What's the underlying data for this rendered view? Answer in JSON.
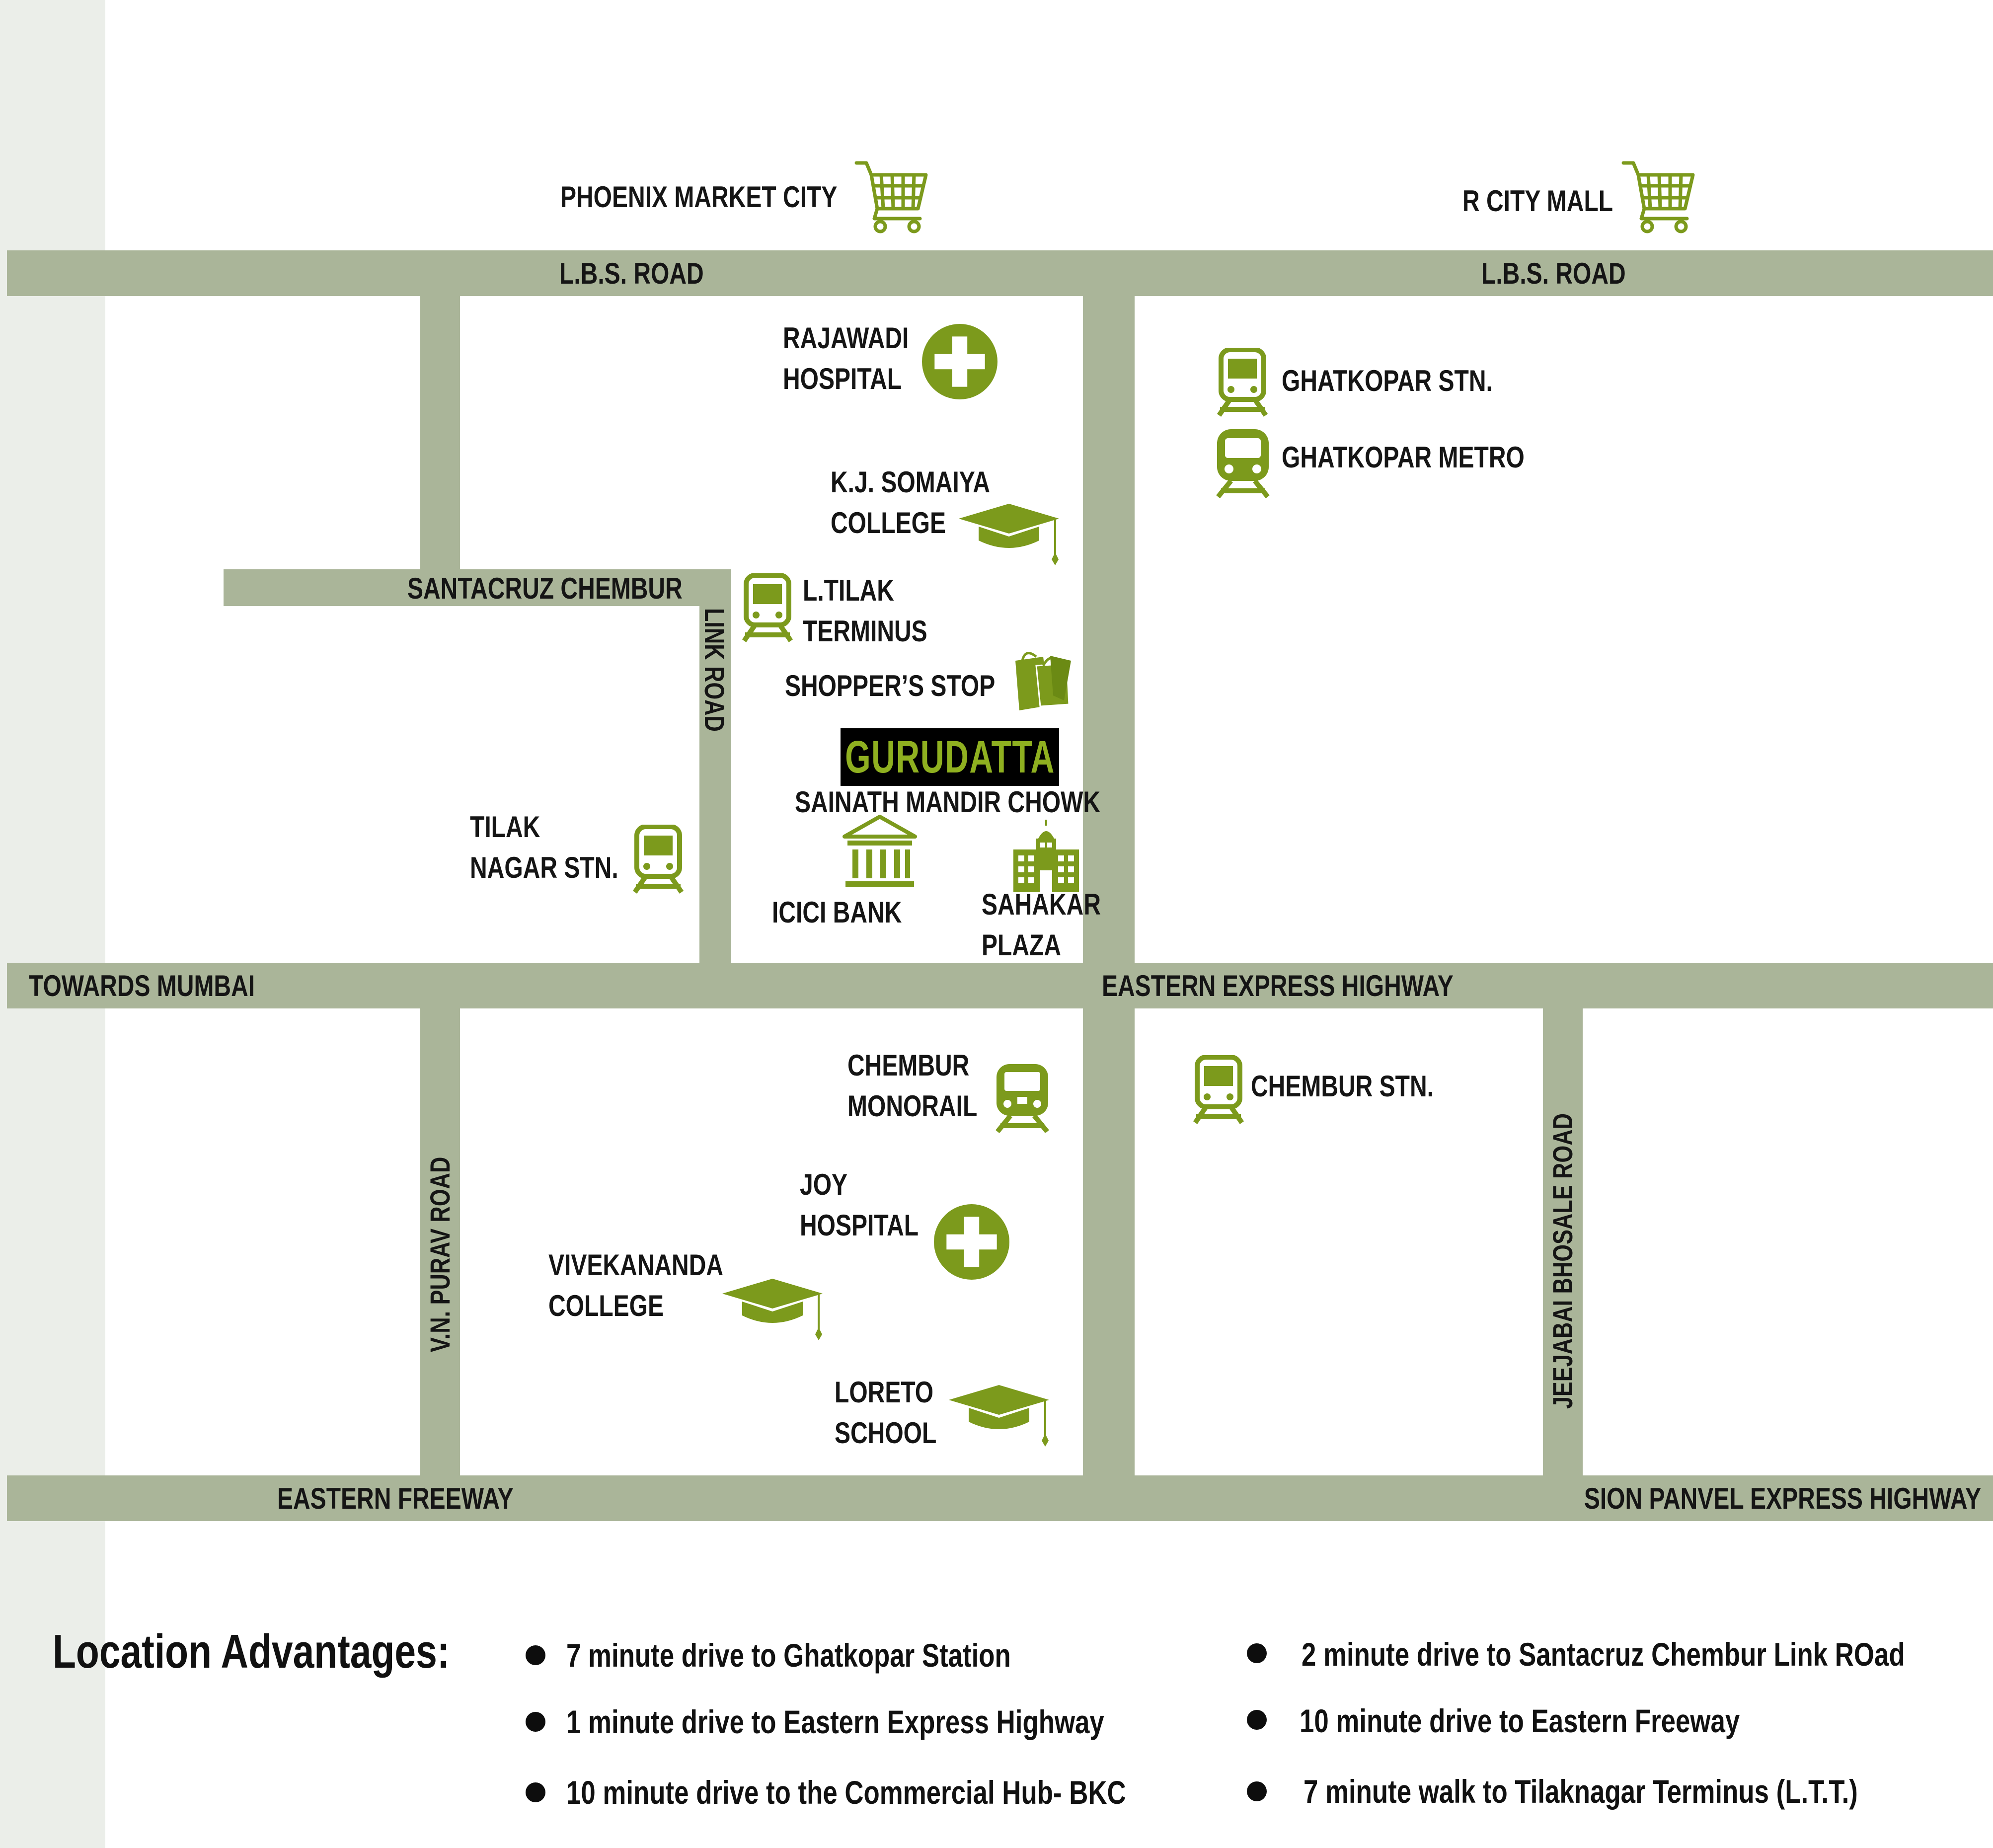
{
  "colors": {
    "road": "#aab599",
    "icon_green": "#7c9a1c",
    "brand_text": "#8fb020",
    "brand_bg": "#000000",
    "label": "#151515"
  },
  "roads": {
    "lbs_left": "L.B.S. ROAD",
    "lbs_right": "L.B.S. ROAD",
    "santacruz_chembur": "SANTACRUZ CHEMBUR",
    "link_road": "LINK ROAD",
    "towards_mumbai": "TOWARDS MUMBAI",
    "eastern_express": "EASTERN EXPRESS HIGHWAY",
    "vn_purav": "V.N. PURAV ROAD",
    "jeejabai_bhosale": "JEEJABAI BHOSALE ROAD",
    "eastern_freeway": "EASTERN FREEWAY",
    "sion_panvel": "SION PANVEL EXPRESS HIGHWAY"
  },
  "places": {
    "phoenix": {
      "name": "PHOENIX MARKET CITY",
      "icon": "shopping-cart"
    },
    "rcity": {
      "name": "R CITY MALL",
      "icon": "shopping-cart"
    },
    "rajawadi": {
      "line1": "RAJAWADI",
      "line2": "HOSPITAL",
      "icon": "hospital-cross"
    },
    "kj_somaiya": {
      "line1": "K.J. SOMAIYA",
      "line2": "COLLEGE",
      "icon": "graduation-cap"
    },
    "ghatkopar_stn": {
      "name": "GHATKOPAR STN.",
      "icon": "train"
    },
    "ghatkopar_metro": {
      "name": "GHATKOPAR METRO",
      "icon": "metro"
    },
    "ltilak": {
      "line1": "L.TILAK",
      "line2": "TERMINUS",
      "icon": "train"
    },
    "shoppers_stop": {
      "name": "SHOPPER’S STOP",
      "icon": "shopping-bags"
    },
    "tilak_nagar": {
      "line1": "TILAK",
      "line2": "NAGAR STN.",
      "icon": "train"
    },
    "sainath": {
      "name": "SAINATH MANDIR CHOWK"
    },
    "icici": {
      "name": "ICICI BANK",
      "icon": "bank"
    },
    "sahakar": {
      "line1": "SAHAKAR",
      "line2": "PLAZA",
      "icon": "building"
    },
    "chembur_monorail": {
      "line1": "CHEMBUR",
      "line2": "MONORAIL",
      "icon": "monorail"
    },
    "chembur_stn": {
      "name": "CHEMBUR STN.",
      "icon": "train"
    },
    "joy": {
      "line1": "JOY",
      "line2": "HOSPITAL",
      "icon": "hospital-cross"
    },
    "vivekananda": {
      "line1": "VIVEKANANDA",
      "line2": "COLLEGE",
      "icon": "graduation-cap"
    },
    "loreto": {
      "line1": "LORETO",
      "line2": "SCHOOL",
      "icon": "graduation-cap"
    }
  },
  "project": {
    "name": "GURUDATTA"
  },
  "advantages": {
    "title": "Location Advantages:",
    "items": [
      "7 minute drive to Ghatkopar Station",
      "1 minute drive to Eastern Express Highway",
      "10 minute drive to the Commercial Hub- BKC",
      "2 minute drive to Santacruz Chembur Link ROad",
      "10 minute drive to Eastern Freeway",
      "7 minute walk to Tilaknagar Terminus (L.T.T.)"
    ]
  }
}
